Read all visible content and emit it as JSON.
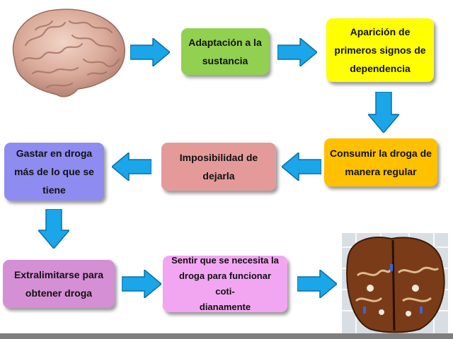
{
  "colors": {
    "green": "#92d050",
    "yellow": "#ffff00",
    "orange": "#ffc000",
    "rose": "#e59a9a",
    "periwinkle": "#8e8cf0",
    "mauve": "#d58fd5",
    "lavender": "#f2a6f2",
    "arrow": "#1aa6e8",
    "footer": "#7f7f7f"
  },
  "images": {
    "top_left": "brain-photo",
    "bottom_right": "dissected-brain-photo"
  },
  "steps": {
    "adaptacion": {
      "lines": [
        "Adaptación a la",
        "sustancia"
      ]
    },
    "aparicion": {
      "lines": [
        "Aparición de",
        "primeros signos de",
        "dependencia"
      ]
    },
    "consumir": {
      "lines": [
        "Consumir la droga de",
        "manera regular"
      ]
    },
    "imposibilidad": {
      "lines": [
        "Imposibilidad de",
        "dejarla"
      ]
    },
    "gastar": {
      "lines": [
        "Gastar en droga",
        "más de lo que se",
        "tiene"
      ]
    },
    "extralimitarse": {
      "lines": [
        "Extralimitarse para",
        "obtener droga"
      ]
    },
    "sentir": {
      "lines": [
        "Sentir que se necesita la",
        "droga para funcionar coti-",
        "dianamente"
      ]
    }
  }
}
